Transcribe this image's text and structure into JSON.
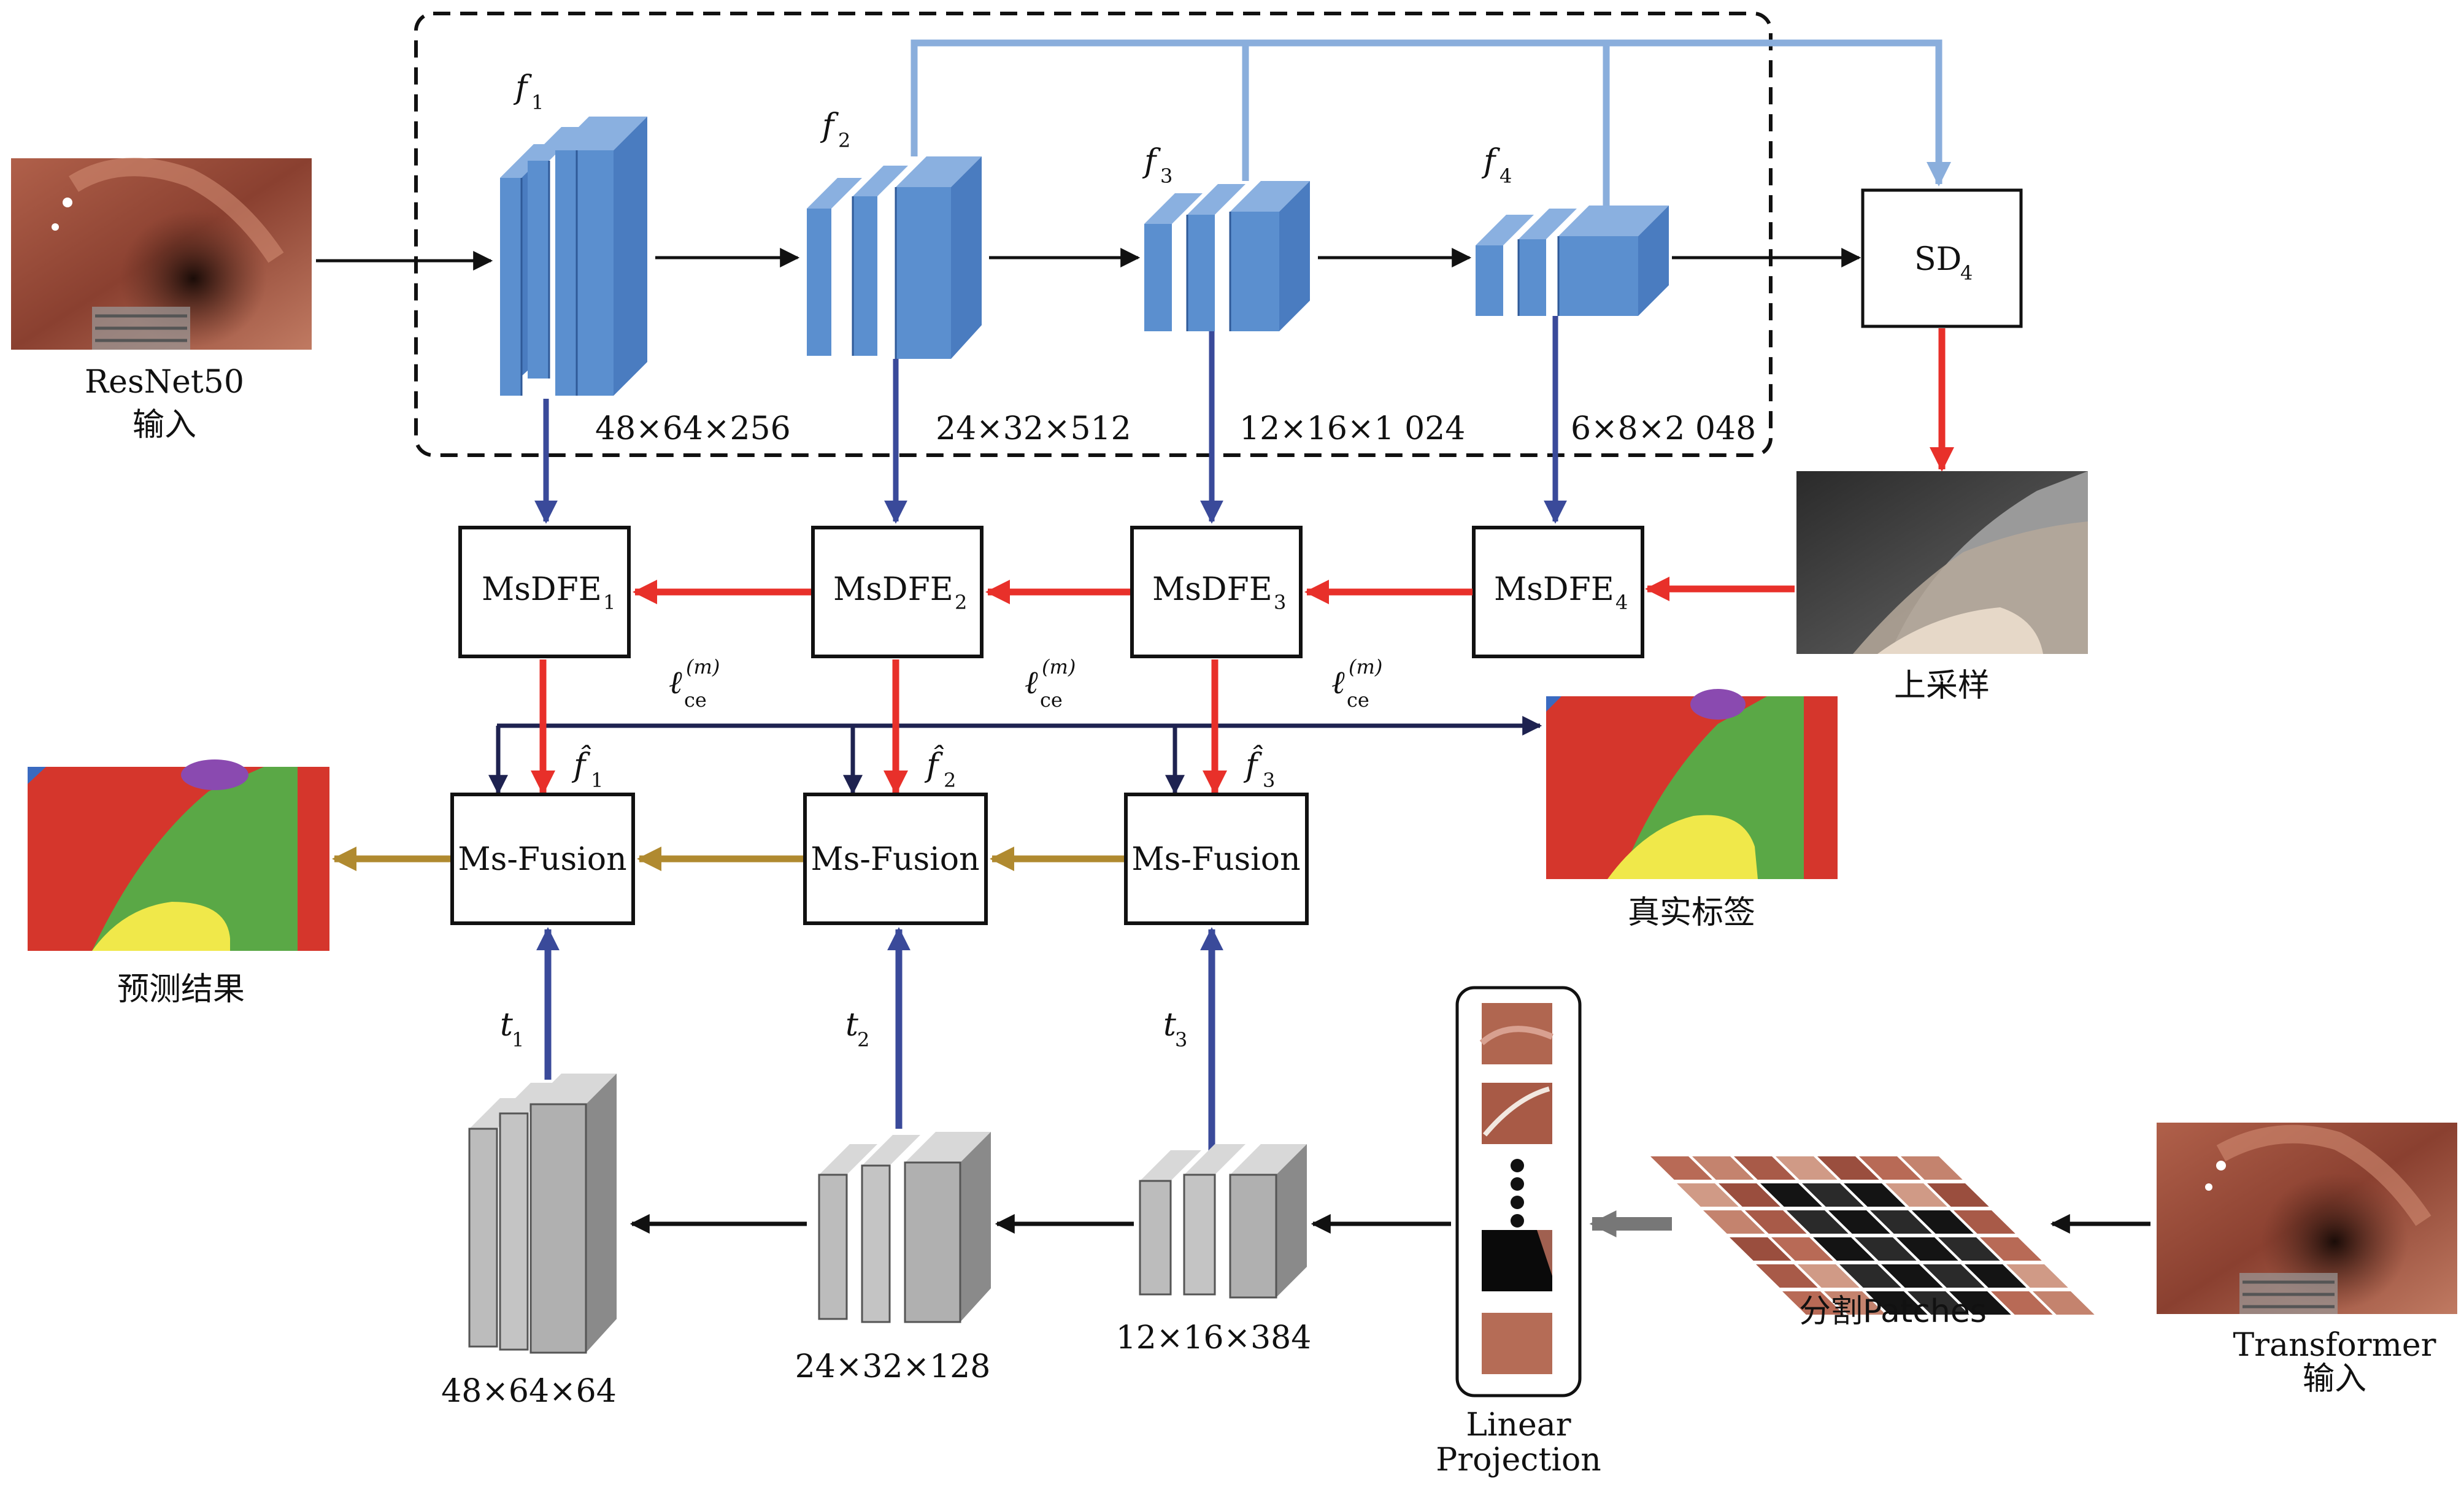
{
  "backbone": {
    "input_label": "ResNet50",
    "input_label2": "输入",
    "features": [
      {
        "name": "f",
        "sub": "1",
        "dims": "48×64×256"
      },
      {
        "name": "f",
        "sub": "2",
        "dims": "24×32×512"
      },
      {
        "name": "f",
        "sub": "3",
        "dims": "12×16×1 024"
      },
      {
        "name": "f",
        "sub": "4",
        "dims": "6×8×2 048"
      }
    ]
  },
  "sd": {
    "label": "SD",
    "sub": "4"
  },
  "upsample_label": "上采样",
  "msdfe": [
    {
      "label": "MsDFE",
      "sub": "1"
    },
    {
      "label": "MsDFE",
      "sub": "2"
    },
    {
      "label": "MsDFE",
      "sub": "3"
    },
    {
      "label": "MsDFE",
      "sub": "4"
    }
  ],
  "loss_label": {
    "l": "ℓ",
    "sup": "(m)",
    "sub": "ce"
  },
  "fhat": [
    {
      "name": "f̂",
      "sub": "1"
    },
    {
      "name": "f̂",
      "sub": "2"
    },
    {
      "name": "f̂",
      "sub": "3"
    }
  ],
  "fusion": [
    "Ms-Fusion",
    "Ms-Fusion",
    "Ms-Fusion"
  ],
  "ground_truth_label": "真实标签",
  "prediction_label": "预测结果",
  "transformer": {
    "tokens": [
      {
        "name": "t",
        "sub": "1",
        "dims": "48×64×64"
      },
      {
        "name": "t",
        "sub": "2",
        "dims": "24×32×128"
      },
      {
        "name": "t",
        "sub": "3",
        "dims": "12×16×384"
      }
    ],
    "input_label": "Transformer",
    "input_label2": "输入",
    "patches_label": "分割Patches",
    "projection_label": "Linear",
    "projection_label2": "Projection"
  },
  "colors": {
    "blue_block": "#5b8fcf",
    "gray_block": "#b0b0b0",
    "red_arrow": "#e8302a",
    "navy_arrow": "#3a4a9a",
    "light_blue_line": "#8aaedc",
    "gold_arrow": "#b08a30"
  }
}
